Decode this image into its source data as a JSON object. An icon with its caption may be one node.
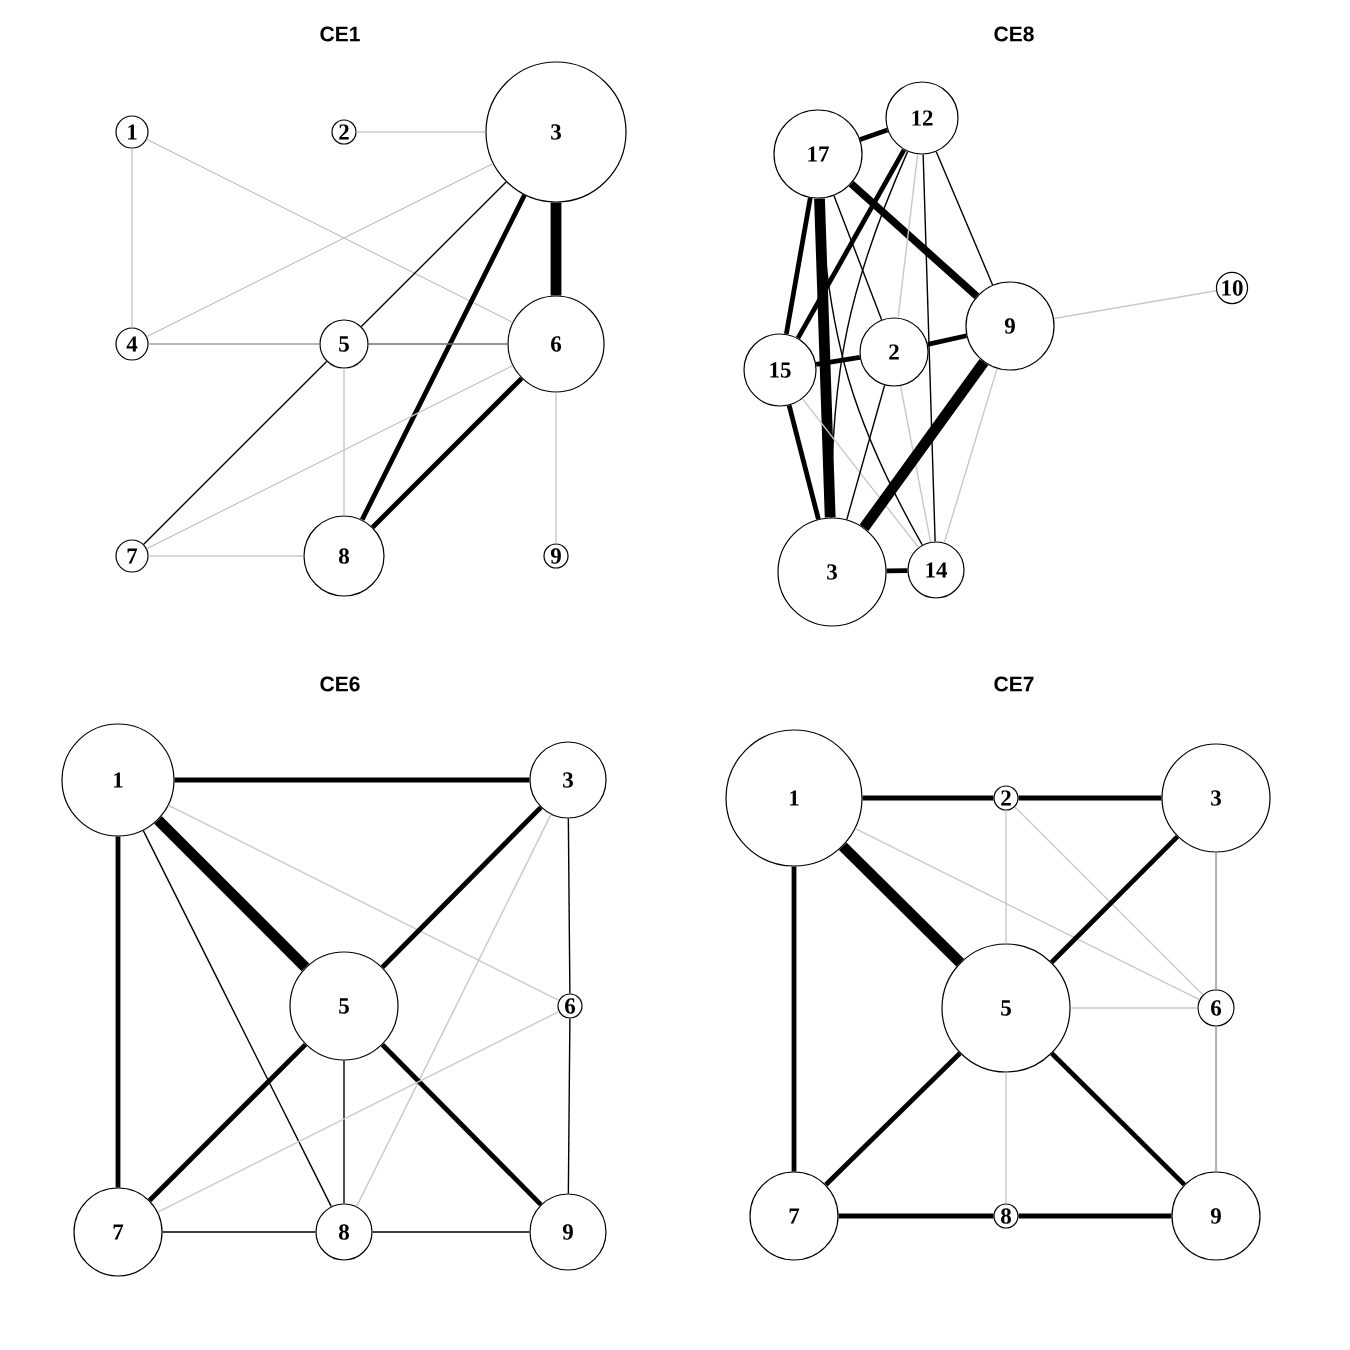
{
  "diagram": {
    "nodes": [
      {
        "text": [
          "1"
        ]
      },
      {
        "text": [
          "2"
        ]
      },
      {
        "text": [
          "3"
        ]
      },
      {
        "text": [
          "4"
        ]
      },
      {
        "text": [
          "5"
        ]
      },
      {
        "text": [
          "6"
        ]
      },
      {
        "text": [
          "7"
        ]
      },
      {
        "text": [
          "8"
        ]
      },
      {
        "text": [
          "9"
        ]
      },
      {
        "text": [
          "17"
        ]
      },
      {
        "text": [
          "12"
        ]
      },
      {
        "text": [
          "15"
        ]
      },
      {
        "text": [
          "2"
        ]
      },
      {
        "text": [
          "9"
        ]
      },
      {
        "text": [
          "10"
        ]
      },
      {
        "text": [
          "3"
        ]
      },
      {
        "text": [
          "14"
        ]
      },
      {
        "text": [
          "1"
        ]
      },
      {
        "text": [
          "3"
        ]
      },
      {
        "text": [
          "5"
        ]
      },
      {
        "text": [
          "6"
        ]
      },
      {
        "text": [
          "7"
        ]
      },
      {
        "text": [
          "8"
        ]
      },
      {
        "text": [
          "9"
        ]
      },
      {
        "text": [
          "1"
        ]
      },
      {
        "text": [
          "2"
        ]
      },
      {
        "text": [
          "3"
        ]
      },
      {
        "text": [
          "5"
        ]
      },
      {
        "text": [
          "6"
        ]
      },
      {
        "text": [
          "7"
        ]
      },
      {
        "text": [
          "8"
        ]
      },
      {
        "text": [
          "9"
        ]
      }
    ],
    "edges": [
      {
        "from": 0,
        "to": 3,
        "arrow": "none",
        "color": "#c8c8c8"
      },
      {
        "from": 0,
        "to": 5,
        "arrow": "none",
        "color": "#c8c8c8"
      },
      {
        "from": 1,
        "to": 2,
        "arrow": "none",
        "color": "#c8c8c8"
      },
      {
        "from": 2,
        "to": 3,
        "arrow": "none",
        "color": "#c8c8c8"
      },
      {
        "from": 2,
        "to": 4,
        "arrow": "none"
      },
      {
        "from": 2,
        "to": 7,
        "arrow": "none",
        "style": "thick"
      },
      {
        "from": 2,
        "to": 5,
        "arrow": "none",
        "style": "thick"
      },
      {
        "from": 3,
        "to": 4,
        "arrow": "none",
        "color": "#a0a0a0"
      },
      {
        "from": 4,
        "to": 5,
        "arrow": "none",
        "color": "#707070"
      },
      {
        "from": 4,
        "to": 6,
        "arrow": "none"
      },
      {
        "from": 4,
        "to": 7,
        "arrow": "none",
        "color": "#c8c8c8"
      },
      {
        "from": 5,
        "to": 6,
        "arrow": "none",
        "color": "#c8c8c8"
      },
      {
        "from": 5,
        "to": 7,
        "arrow": "none",
        "style": "thick"
      },
      {
        "from": 5,
        "to": 8,
        "arrow": "none",
        "color": "#c8c8c8"
      },
      {
        "from": 6,
        "to": 7,
        "arrow": "none",
        "color": "#c8c8c8"
      },
      {
        "from": 9,
        "to": 10,
        "arrow": "none",
        "style": "thick"
      },
      {
        "from": 9,
        "to": 13,
        "arrow": "none",
        "style": "thick"
      },
      {
        "from": 9,
        "to": 11,
        "arrow": "none",
        "style": "thick"
      },
      {
        "from": 9,
        "to": 15,
        "arrow": "none",
        "style": "thick"
      },
      {
        "from": 9,
        "to": 12,
        "arrow": "none"
      },
      {
        "from": 9,
        "to": 16,
        "arrow": "none"
      },
      {
        "from": 10,
        "to": 11,
        "arrow": "none",
        "style": "thick"
      },
      {
        "from": 10,
        "to": 15,
        "arrow": "none"
      },
      {
        "from": 10,
        "to": 16,
        "arrow": "none"
      },
      {
        "from": 10,
        "to": 13,
        "arrow": "none"
      },
      {
        "from": 10,
        "to": 12,
        "arrow": "none",
        "color": "#c8c8c8"
      },
      {
        "from": 11,
        "to": 12,
        "arrow": "none",
        "style": "thick"
      },
      {
        "from": 11,
        "to": 15,
        "arrow": "none",
        "style": "thick"
      },
      {
        "from": 11,
        "to": 16,
        "arrow": "none",
        "color": "#c8c8c8"
      },
      {
        "from": 12,
        "to": 13,
        "arrow": "none",
        "style": "thick"
      },
      {
        "from": 12,
        "to": 15,
        "arrow": "none"
      },
      {
        "from": 12,
        "to": 16,
        "arrow": "none",
        "color": "#c8c8c8"
      },
      {
        "from": 13,
        "to": 15,
        "arrow": "none",
        "style": "thick"
      },
      {
        "from": 13,
        "to": 16,
        "arrow": "none",
        "color": "#c8c8c8"
      },
      {
        "from": 13,
        "to": 14,
        "arrow": "none",
        "color": "#c8c8c8"
      },
      {
        "from": 15,
        "to": 16,
        "arrow": "none",
        "style": "thick"
      },
      {
        "from": 17,
        "to": 18,
        "arrow": "none",
        "style": "thick"
      },
      {
        "from": 17,
        "to": 19,
        "arrow": "none",
        "style": "thick"
      },
      {
        "from": 17,
        "to": 21,
        "arrow": "none",
        "style": "thick"
      },
      {
        "from": 17,
        "to": 22,
        "arrow": "none"
      },
      {
        "from": 17,
        "to": 20,
        "arrow": "none",
        "color": "#c8c8c8"
      },
      {
        "from": 18,
        "to": 19,
        "arrow": "none",
        "style": "thick"
      },
      {
        "from": 18,
        "to": 20,
        "arrow": "none"
      },
      {
        "from": 18,
        "to": 22,
        "arrow": "none",
        "color": "#c8c8c8"
      },
      {
        "from": 19,
        "to": 21,
        "arrow": "none",
        "style": "thick"
      },
      {
        "from": 19,
        "to": 22,
        "arrow": "none"
      },
      {
        "from": 19,
        "to": 23,
        "arrow": "none",
        "style": "thick"
      },
      {
        "from": 20,
        "to": 21,
        "arrow": "none",
        "color": "#c8c8c8"
      },
      {
        "from": 20,
        "to": 23,
        "arrow": "none"
      },
      {
        "from": 21,
        "to": 22,
        "arrow": "none"
      },
      {
        "from": 22,
        "to": 23,
        "arrow": "none"
      },
      {
        "from": 24,
        "to": 25,
        "arrow": "none",
        "style": "thick"
      },
      {
        "from": 25,
        "to": 26,
        "arrow": "none",
        "style": "thick"
      },
      {
        "from": 24,
        "to": 27,
        "arrow": "none",
        "style": "thick"
      },
      {
        "from": 24,
        "to": 29,
        "arrow": "none",
        "style": "thick"
      },
      {
        "from": 24,
        "to": 28,
        "arrow": "none",
        "color": "#c8c8c8"
      },
      {
        "from": 25,
        "to": 27,
        "arrow": "none",
        "color": "#c8c8c8"
      },
      {
        "from": 25,
        "to": 28,
        "arrow": "none",
        "color": "#c8c8c8"
      },
      {
        "from": 26,
        "to": 27,
        "arrow": "none",
        "style": "thick"
      },
      {
        "from": 26,
        "to": 28,
        "arrow": "none",
        "color": "#909090"
      },
      {
        "from": 27,
        "to": 28,
        "arrow": "none",
        "color": "#c8c8c8"
      },
      {
        "from": 27,
        "to": 29,
        "arrow": "none",
        "style": "thick"
      },
      {
        "from": 27,
        "to": 30,
        "arrow": "none",
        "color": "#c8c8c8"
      },
      {
        "from": 27,
        "to": 31,
        "arrow": "none",
        "style": "thick"
      },
      {
        "from": 28,
        "to": 31,
        "arrow": "none",
        "color": "#909090"
      },
      {
        "from": 29,
        "to": 30,
        "arrow": "none",
        "style": "thick"
      },
      {
        "from": 30,
        "to": 31,
        "arrow": "none",
        "style": "thick"
      }
    ],
    "labels": [
      "CE1",
      "CE8",
      "CE6",
      "CE7"
    ]
  }
}
